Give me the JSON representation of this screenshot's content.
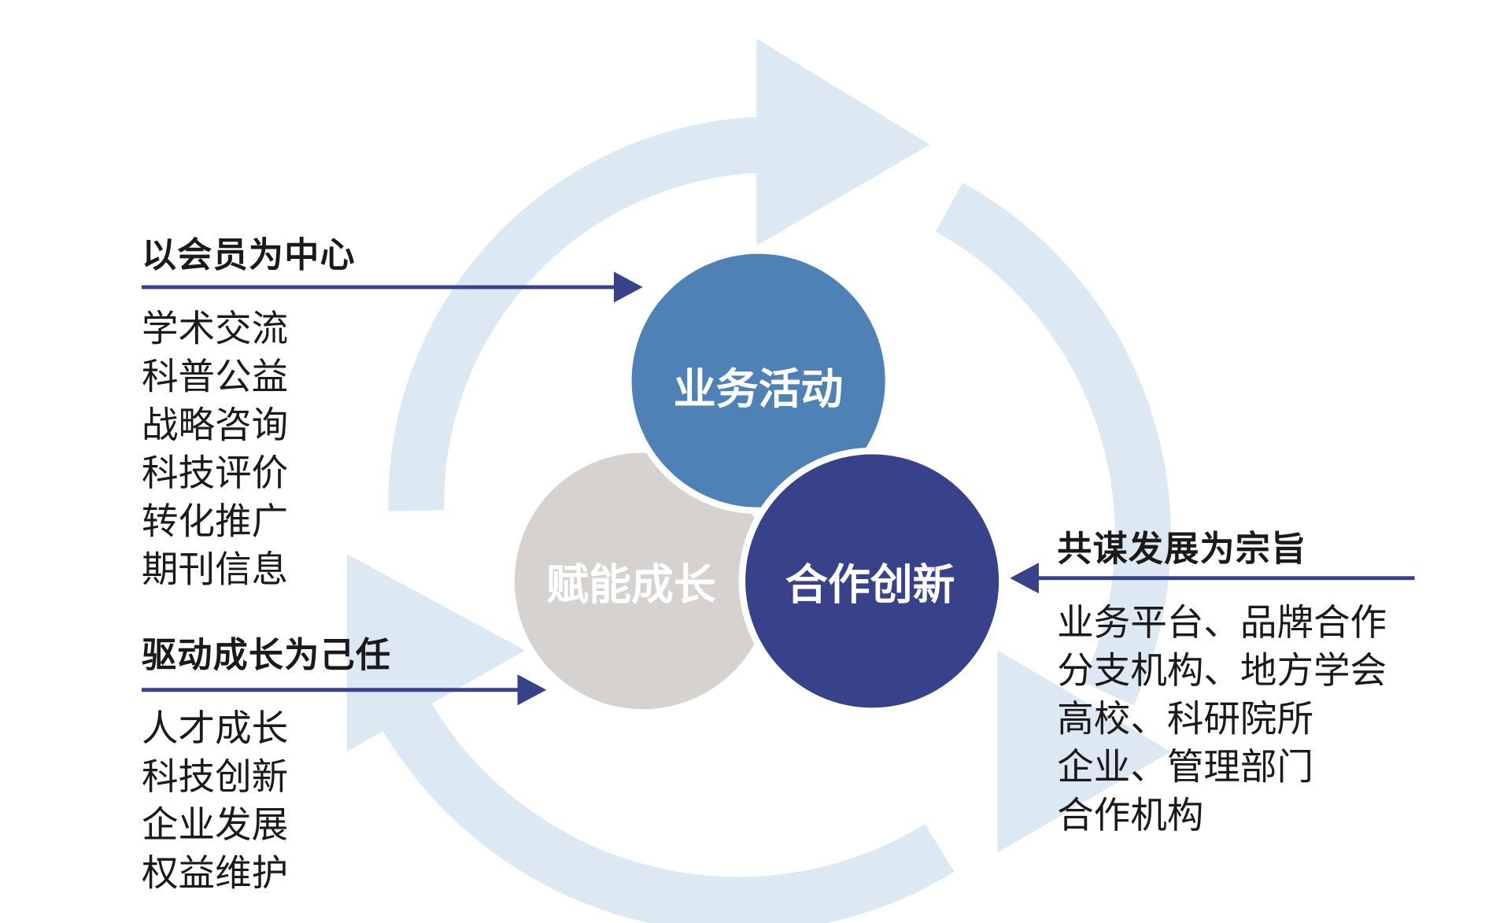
{
  "colors": {
    "ring": "#dde9f2",
    "circle_top": "#4e82b6",
    "circle_left": "#d6d2cf",
    "circle_right": "#37428a",
    "arrow": "#37428a"
  },
  "circles": {
    "top": "业务活动",
    "left": "赋能成长",
    "right": "合作创新"
  },
  "left_top": {
    "heading": "以会员为中心",
    "items": [
      "学术交流",
      "科普公益",
      "战略咨询",
      "科技评价",
      "转化推广",
      "期刊信息"
    ]
  },
  "left_bottom": {
    "heading": "驱动成长为己任",
    "items": [
      "人才成长",
      "科技创新",
      "企业发展",
      "权益维护"
    ]
  },
  "right": {
    "heading": "共谋发展为宗旨",
    "items": [
      "业务平台、品牌合作",
      "分支机构、地方学会",
      "高校、科研院所",
      "企业、管理部门",
      "合作机构"
    ]
  }
}
